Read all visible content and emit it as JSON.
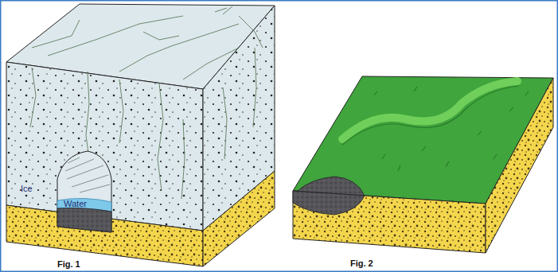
{
  "diagram": {
    "labels": [
      "Ice",
      "Water",
      "Fig. 1",
      "Fig. 2"
    ]
  }
}
